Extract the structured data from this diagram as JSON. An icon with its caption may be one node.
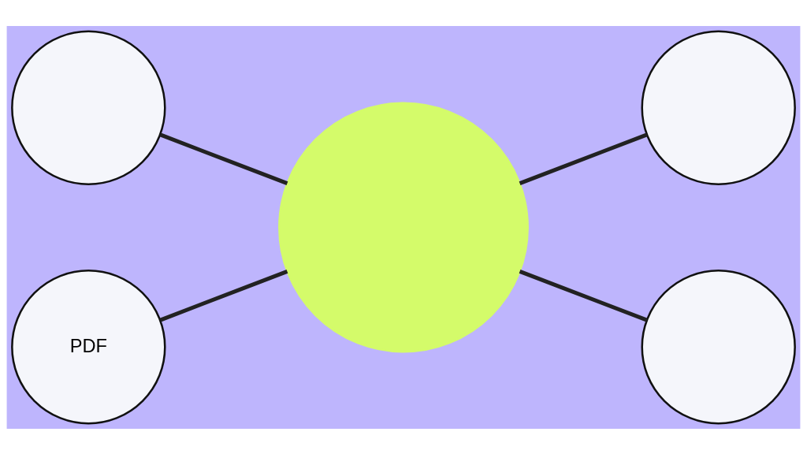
{
  "diagram": {
    "nodes": [
      {
        "text": [],
        "shape": "circle"
      },
      {
        "text": [],
        "shape": "circle"
      },
      {
        "text": [],
        "shape": "circle"
      },
      {
        "text": [
          "PDF"
        ]
      },
      {
        "text": [],
        "shape": "circle"
      }
    ],
    "edges": [
      {
        "from": 0,
        "to": 2,
        "arrow": "none"
      },
      {
        "from": 3,
        "to": 2,
        "arrow": "none"
      },
      {
        "from": 2,
        "to": 1,
        "arrow": "none"
      },
      {
        "from": 2,
        "to": 4,
        "arrow": "none"
      }
    ]
  }
}
